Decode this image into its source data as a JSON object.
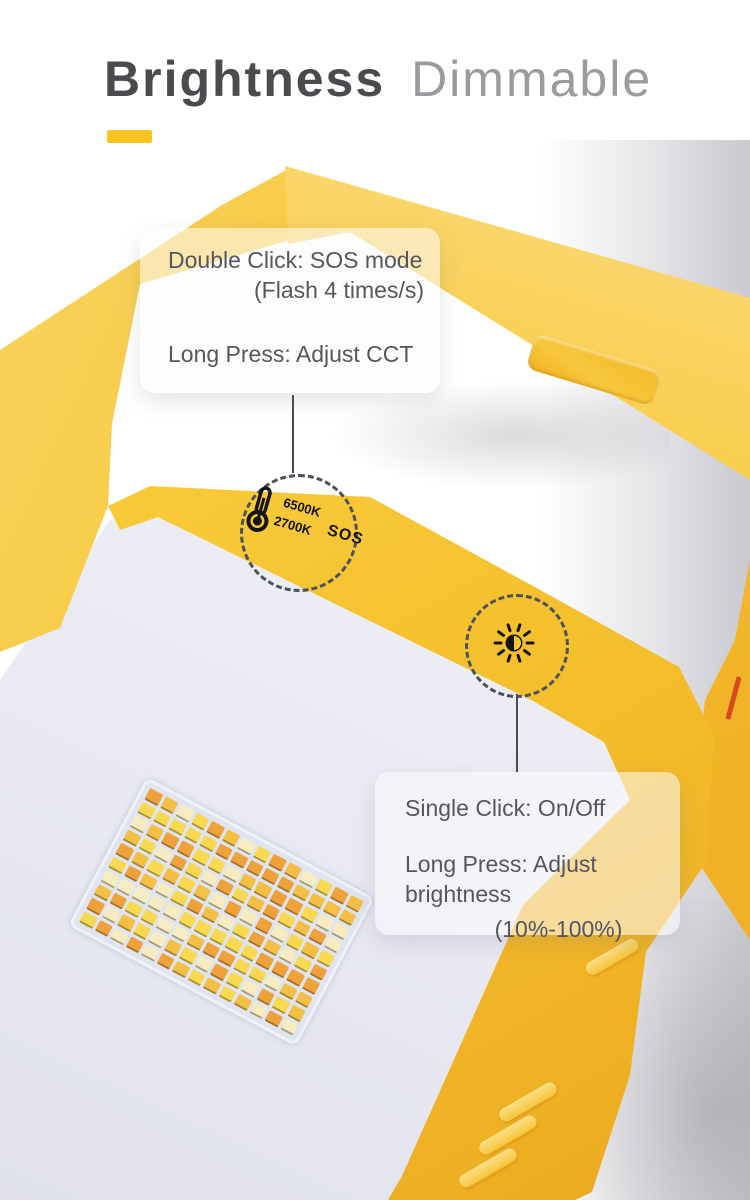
{
  "title": {
    "primary": "Brightness",
    "secondary": "Dimmable"
  },
  "accent_color": "#F9C41F",
  "callouts": {
    "cct": {
      "lines": [
        "Double Click: SOS mode",
        "(Flash 4 times/s)",
        "Long Press: Adjust CCT"
      ]
    },
    "power": {
      "lines": [
        "Single Click: On/Off",
        "Long Press: Adjust brightness",
        "(10%-100%)"
      ]
    }
  },
  "device_labels": {
    "cct_high": "6500K",
    "cct_low": "2700K",
    "sos": "SOS"
  },
  "icons": [
    "thermometer-icon",
    "brightness-icon"
  ],
  "led_grid": {
    "rows": 10,
    "cols": 14,
    "colors": [
      "#efa23a",
      "#f8d94f",
      "#f6ecc0",
      "#f3bf45"
    ]
  }
}
